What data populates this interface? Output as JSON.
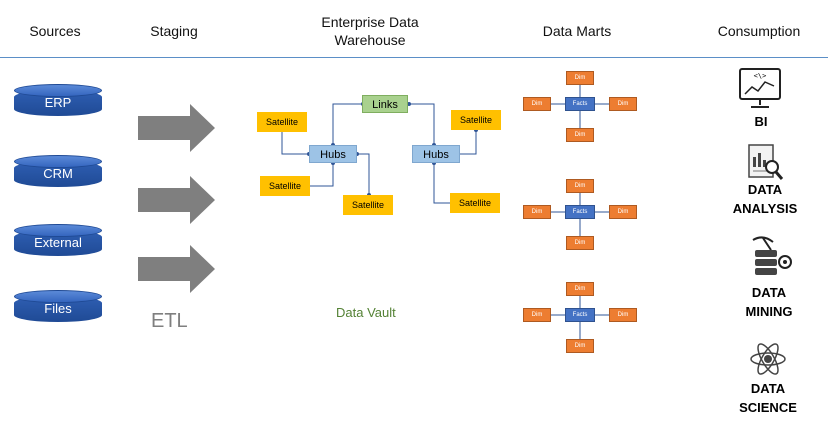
{
  "headers": {
    "sources": "Sources",
    "staging": "Staging",
    "edw_line1": "Enterprise Data",
    "edw_line2": "Warehouse",
    "marts": "Data Marts",
    "consumption": "Consumption"
  },
  "sources": {
    "erp": "ERP",
    "crm": "CRM",
    "external": "External",
    "files": "Files"
  },
  "staging": {
    "etl": "ETL"
  },
  "vault": {
    "links": "Links",
    "hub_left": "Hubs",
    "hub_right": "Hubs",
    "satellite": "Satellite",
    "caption": "Data Vault"
  },
  "marts": {
    "dim": "Dim",
    "facts": "Facts"
  },
  "consumption": {
    "bi": "BI",
    "analysis_l1": "DATA",
    "analysis_l2": "ANALYSIS",
    "mining_l1": "DATA",
    "mining_l2": "MINING",
    "science_l1": "DATA",
    "science_l2": "SCIENCE"
  },
  "colors": {
    "hub": "#9dc3e6",
    "link": "#a9d18e",
    "satellite": "#ffc000",
    "dim": "#ed7d31",
    "facts": "#4472c4",
    "connector": "#2f5597",
    "arrow": "#7f7f7f"
  }
}
